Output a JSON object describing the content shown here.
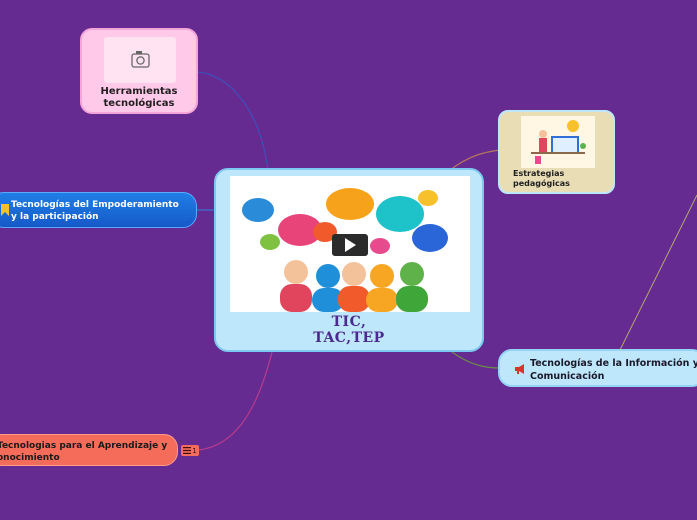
{
  "central": {
    "title_line1": "TIC,",
    "title_line2": "TAC,TEP",
    "has_video": true
  },
  "herramientas": {
    "line1": "Herramientas",
    "line2": "tecnológicas",
    "icon": "camera-icon"
  },
  "estrategias": {
    "line1": "Estrategias",
    "line2": "pedagógicas"
  },
  "empoderamiento": {
    "line1": "Tecnologías del Empoderamiento",
    "line2": "y la participación",
    "icon": "bookmark-icon"
  },
  "informacion": {
    "line1": "Tecnologías de la Información y",
    "line2": "Comunicación",
    "icon": "megaphone-icon"
  },
  "aprendizaje": {
    "line1": "Tecnologias para el Aprendizaje y",
    "line2": "onocimiento",
    "note_count": "1"
  },
  "colors": {
    "background": "#652b91",
    "central": "#bfe7fb",
    "herramientas": "#ffc9ea",
    "estrategias": "#e8ddb5",
    "empoderamiento": "#1f7fe6",
    "aprendizaje": "#f56c5b"
  }
}
